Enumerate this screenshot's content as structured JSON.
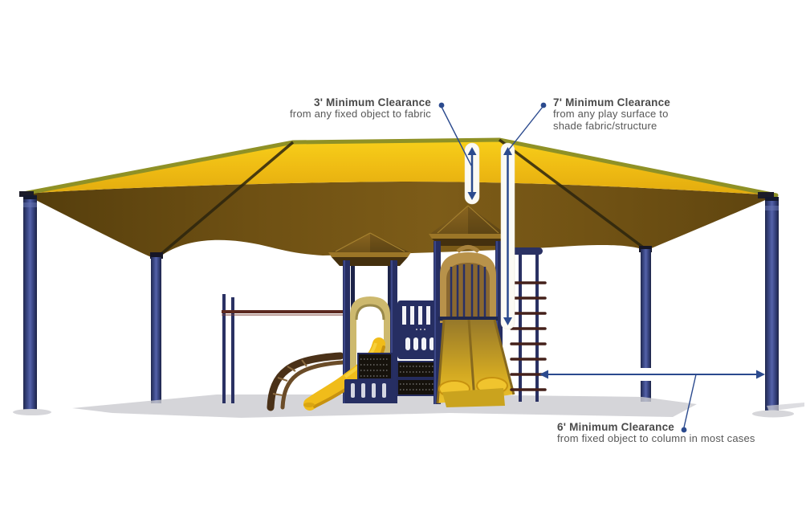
{
  "figure": {
    "type": "technical-diagram",
    "subject": "Playground shade structure minimum clearance requirements"
  },
  "annotations": {
    "fabric_clearance": {
      "title": "3' Minimum Clearance",
      "lines": [
        "from any fixed object to fabric"
      ]
    },
    "play_surface_clearance": {
      "title": "7' Minimum Clearance",
      "lines": [
        "from any play surface to",
        "shade fabric/structure"
      ]
    },
    "column_clearance": {
      "title": "6' Minimum Clearance",
      "lines": [
        "from fixed object to column in most cases"
      ]
    }
  },
  "measurements": [
    {
      "value": "3'",
      "orientation": "vertical",
      "from": "shade fabric",
      "to": "fixed object (tower roof)"
    },
    {
      "value": "7'",
      "orientation": "vertical",
      "from": "shade fabric",
      "to": "play surface"
    },
    {
      "value": "6'",
      "orientation": "horizontal",
      "from": "fixed object",
      "to": "column"
    }
  ],
  "colors": {
    "canopy_top_yellow": "#eeba13",
    "canopy_trim_olive": "#8f9126",
    "canopy_underside_brown": "#6f5113",
    "column_navy": "#3a4685",
    "arrow_blue": "#2b4a8e",
    "label_text_gray": "#4a4a4a",
    "equipment_navy": "#262e62",
    "equipment_tan": "#b8924a",
    "slide_yellow": "#eec12c",
    "shadow_gray": "#cbcbd0"
  }
}
